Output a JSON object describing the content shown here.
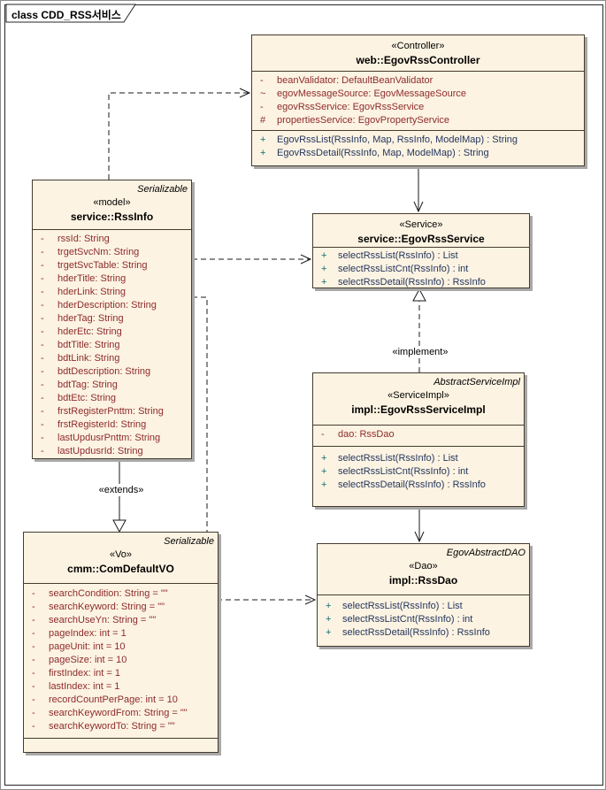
{
  "frame": {
    "title": "class CDD_RSS서비스"
  },
  "labels": {
    "extends": "«extends»",
    "implement": "«implement»"
  },
  "classes": {
    "controller": {
      "stereotype": "«Controller»",
      "name": "web::EgovRssController",
      "attributes": [
        {
          "vis": "-",
          "text": "beanValidator: DefaultBeanValidator"
        },
        {
          "vis": "~",
          "text": "egovMessageSource: EgovMessageSource"
        },
        {
          "vis": "-",
          "text": "egovRssService: EgovRssService"
        },
        {
          "vis": "#",
          "text": "propertiesService: EgovPropertyService"
        }
      ],
      "operations": [
        {
          "vis": "+",
          "text": "EgovRssList(RssInfo, Map, RssInfo, ModelMap) : String"
        },
        {
          "vis": "+",
          "text": "EgovRssDetail(RssInfo, Map, ModelMap) : String"
        }
      ]
    },
    "rssInfo": {
      "base": "Serializable",
      "stereotype": "«model»",
      "name": "service::RssInfo",
      "attributes": [
        {
          "vis": "-",
          "text": "rssId: String"
        },
        {
          "vis": "-",
          "text": "trgetSvcNm: String"
        },
        {
          "vis": "-",
          "text": "trgetSvcTable: String"
        },
        {
          "vis": "-",
          "text": "hderTitle: String"
        },
        {
          "vis": "-",
          "text": "hderLink: String"
        },
        {
          "vis": "-",
          "text": "hderDescription: String"
        },
        {
          "vis": "-",
          "text": "hderTag: String"
        },
        {
          "vis": "-",
          "text": "hderEtc: String"
        },
        {
          "vis": "-",
          "text": "bdtTitle: String"
        },
        {
          "vis": "-",
          "text": "bdtLink: String"
        },
        {
          "vis": "-",
          "text": "bdtDescription: String"
        },
        {
          "vis": "-",
          "text": "bdtTag: String"
        },
        {
          "vis": "-",
          "text": "bdtEtc: String"
        },
        {
          "vis": "-",
          "text": "frstRegisterPnttm: String"
        },
        {
          "vis": "-",
          "text": "frstRegisterId: String"
        },
        {
          "vis": "-",
          "text": "lastUpdusrPnttm: String"
        },
        {
          "vis": "-",
          "text": "lastUpdusrId: String"
        }
      ]
    },
    "service": {
      "stereotype": "«Service»",
      "name": "service::EgovRssService",
      "operations": [
        {
          "vis": "+",
          "text": "selectRssList(RssInfo) : List"
        },
        {
          "vis": "+",
          "text": "selectRssListCnt(RssInfo) : int"
        },
        {
          "vis": "+",
          "text": "selectRssDetail(RssInfo) : RssInfo"
        }
      ]
    },
    "serviceImpl": {
      "base": "AbstractServiceImpl",
      "stereotype": "«ServiceImpl»",
      "name": "impl::EgovRssServiceImpl",
      "attributes": [
        {
          "vis": "-",
          "text": "dao: RssDao"
        }
      ],
      "operations": [
        {
          "vis": "+",
          "text": "selectRssList(RssInfo) : List"
        },
        {
          "vis": "+",
          "text": "selectRssListCnt(RssInfo) : int"
        },
        {
          "vis": "+",
          "text": "selectRssDetail(RssInfo) : RssInfo"
        }
      ]
    },
    "dao": {
      "base": "EgovAbstractDAO",
      "stereotype": "«Dao»",
      "name": "impl::RssDao",
      "operations": [
        {
          "vis": "+",
          "text": "selectRssList(RssInfo) : List"
        },
        {
          "vis": "+",
          "text": "selectRssListCnt(RssInfo) : int"
        },
        {
          "vis": "+",
          "text": "selectRssDetail(RssInfo) : RssInfo"
        }
      ]
    },
    "comDefaultVO": {
      "base": "Serializable",
      "stereotype": "«Vo»",
      "name": "cmm::ComDefaultVO",
      "attributes": [
        {
          "vis": "-",
          "text": "searchCondition: String = \"\""
        },
        {
          "vis": "-",
          "text": "searchKeyword: String = \"\""
        },
        {
          "vis": "-",
          "text": "searchUseYn: String = \"\""
        },
        {
          "vis": "-",
          "text": "pageIndex: int = 1"
        },
        {
          "vis": "-",
          "text": "pageUnit: int = 10"
        },
        {
          "vis": "-",
          "text": "pageSize: int = 10"
        },
        {
          "vis": "-",
          "text": "firstIndex: int = 1"
        },
        {
          "vis": "-",
          "text": "lastIndex: int = 1"
        },
        {
          "vis": "-",
          "text": "recordCountPerPage: int = 10"
        },
        {
          "vis": "-",
          "text": "searchKeywordFrom: String = \"\""
        },
        {
          "vis": "-",
          "text": "searchKeywordTo: String = \"\""
        }
      ]
    }
  }
}
